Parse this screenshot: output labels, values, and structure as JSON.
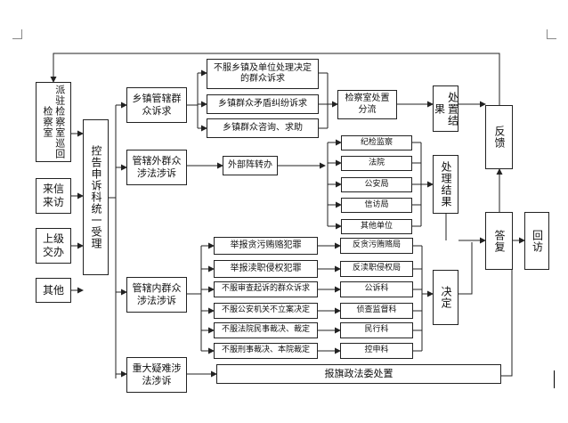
{
  "intake": {
    "sources": [
      "派驻检察室巡回检察室",
      "来信来访",
      "上级交办",
      "其他"
    ],
    "receiver": "控告申诉科统一受理"
  },
  "categories": {
    "township": "乡镇管辖群众诉求",
    "outside": "管辖外群众涉法涉诉",
    "inside": "管辖内群众涉法涉诉",
    "major": "重大疑难涉法涉诉"
  },
  "township_items": [
    "不服乡镇及单位处理决定的群众诉求",
    "乡镇群众矛盾纠纷诉求",
    "乡镇群众咨询、求助"
  ],
  "procuratorate_diversion": "检察室处置分流",
  "external_transfer": "外部阵转办",
  "external_units": [
    "纪检监察",
    "法院",
    "公安局",
    "信访局",
    "其他单位"
  ],
  "inside_items": [
    "举报贪污贿赂犯罪",
    "举报渎职侵权犯罪",
    "不服审查起诉的群众诉求",
    "不服公安机关不立案决定",
    "不服法院民事裁决、裁定",
    "不服刑事裁决、本院裁定"
  ],
  "inside_depts": [
    "反贪污贿赂局",
    "反渎职侵权局",
    "公诉科",
    "侦查监督科",
    "民行科",
    "控申科"
  ],
  "major_handling": "报旗政法委处置",
  "result_1": "处置结果",
  "result_2": "处理结果",
  "decision": "决定",
  "feedback": "反馈",
  "reply": "答复",
  "return_visit": "回访"
}
